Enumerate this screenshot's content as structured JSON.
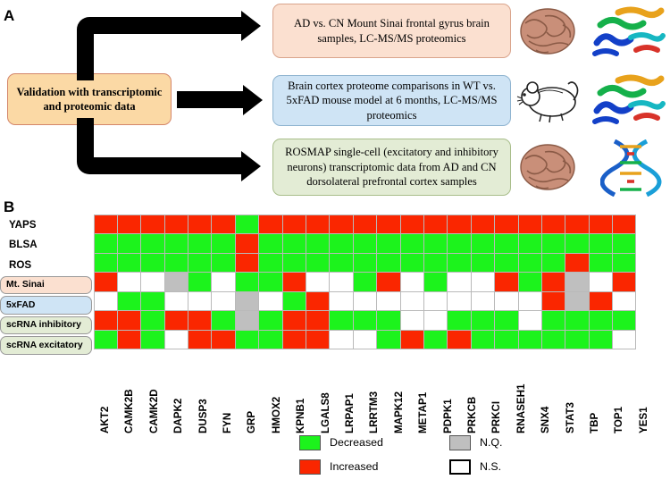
{
  "panels": {
    "a_letter": "A",
    "b_letter": "B"
  },
  "flow": {
    "source_label": "Validation with transcriptomic and proteomic data",
    "targets": [
      {
        "id": "mount-sinai",
        "text": "AD vs. CN Mount Sinai frontal gyrus brain samples, LC-MS/MS proteomics",
        "fill": "#fbe0d0",
        "stroke": "#d9a48c",
        "art": "human-brain"
      },
      {
        "id": "5xfad",
        "text": "Brain cortex proteome comparisons in WT vs. 5xFAD mouse model at 6 months, LC-MS/MS proteomics",
        "fill": "#cfe4f5",
        "stroke": "#8fb4d0",
        "art": "mouse"
      },
      {
        "id": "rosmap",
        "text": "ROSMAP single-cell (excitatory and inhibitory neurons) transcriptomic data from AD and CN dorsolateral prefrontal cortex samples",
        "fill": "#e3ecd5",
        "stroke": "#a8bd8a",
        "art": "human-brain"
      }
    ],
    "side_art": [
      "protein-ribbon-icon",
      "protein-ribbon-icon",
      "dna-helix-icon"
    ]
  },
  "heatmap": {
    "rows": [
      {
        "label": "YAPS",
        "style": "plain"
      },
      {
        "label": "BLSA",
        "style": "plain"
      },
      {
        "label": "ROS",
        "style": "plain"
      },
      {
        "label": "Mt. Sinai",
        "style": "tag-mtsinai"
      },
      {
        "label": "5xFAD",
        "style": "tag-5xfad"
      },
      {
        "label": "scRNA inhibitory",
        "style": "tag-scrna"
      },
      {
        "label": "scRNA excitatory",
        "style": "tag-scrna"
      }
    ],
    "columns": [
      "AKT2",
      "CAMK2B",
      "CAMK2D",
      "DAPK2",
      "DUSP3",
      "FYN",
      "GRP",
      "HMOX2",
      "KPNB1",
      "LGALS8",
      "LRPAP1",
      "LRRTM3",
      "MAPK12",
      "METAP1",
      "PDPK1",
      "PRKCB",
      "PRKCI",
      "RNASEH1",
      "SNX4",
      "STAT3",
      "TBP",
      "TOP1",
      "YES1"
    ],
    "states": {
      "I": "Increased",
      "D": "Decreased",
      "Q": "N.Q.",
      "S": "N.S."
    },
    "colors": {
      "Increased": "#fa2600",
      "Decreased": "#1cf31c",
      "N.Q.": "#bfbfbf",
      "N.S.": "#ffffff"
    },
    "values": [
      [
        "I",
        "I",
        "I",
        "I",
        "I",
        "I",
        "D",
        "I",
        "I",
        "I",
        "I",
        "I",
        "I",
        "I",
        "I",
        "I",
        "I",
        "I",
        "I",
        "I",
        "I",
        "I",
        "I"
      ],
      [
        "D",
        "D",
        "D",
        "D",
        "D",
        "D",
        "I",
        "D",
        "D",
        "D",
        "D",
        "D",
        "D",
        "D",
        "D",
        "D",
        "D",
        "D",
        "D",
        "D",
        "D",
        "D",
        "D"
      ],
      [
        "D",
        "D",
        "D",
        "D",
        "D",
        "D",
        "I",
        "D",
        "D",
        "D",
        "D",
        "D",
        "D",
        "D",
        "D",
        "D",
        "D",
        "D",
        "D",
        "D",
        "I",
        "D",
        "D"
      ],
      [
        "I",
        "S",
        "S",
        "Q",
        "D",
        "S",
        "D",
        "D",
        "I",
        "S",
        "S",
        "D",
        "I",
        "S",
        "D",
        "S",
        "S",
        "I",
        "D",
        "I",
        "Q",
        "S",
        "I"
      ],
      [
        "S",
        "D",
        "D",
        "S",
        "S",
        "S",
        "Q",
        "S",
        "D",
        "I",
        "S",
        "S",
        "S",
        "S",
        "S",
        "S",
        "S",
        "S",
        "S",
        "I",
        "Q",
        "I",
        "S"
      ],
      [
        "I",
        "I",
        "D",
        "I",
        "I",
        "D",
        "Q",
        "D",
        "I",
        "I",
        "D",
        "D",
        "D",
        "S",
        "S",
        "D",
        "D",
        "D",
        "S",
        "D",
        "D",
        "D",
        "D"
      ],
      [
        "D",
        "I",
        "D",
        "S",
        "I",
        "I",
        "D",
        "D",
        "I",
        "I",
        "S",
        "S",
        "D",
        "I",
        "D",
        "I",
        "D",
        "D",
        "D",
        "D",
        "D",
        "D",
        "S"
      ]
    ]
  },
  "legend": {
    "items": [
      {
        "label": "Decreased",
        "swatch": "#1cf31c",
        "kind": "fill"
      },
      {
        "label": "Increased",
        "swatch": "#fa2600",
        "kind": "fill"
      },
      {
        "label": "N.Q.",
        "swatch": "#bfbfbf",
        "kind": "fill"
      },
      {
        "label": "N.S.",
        "swatch": "#ffffff",
        "kind": "outline"
      }
    ]
  }
}
